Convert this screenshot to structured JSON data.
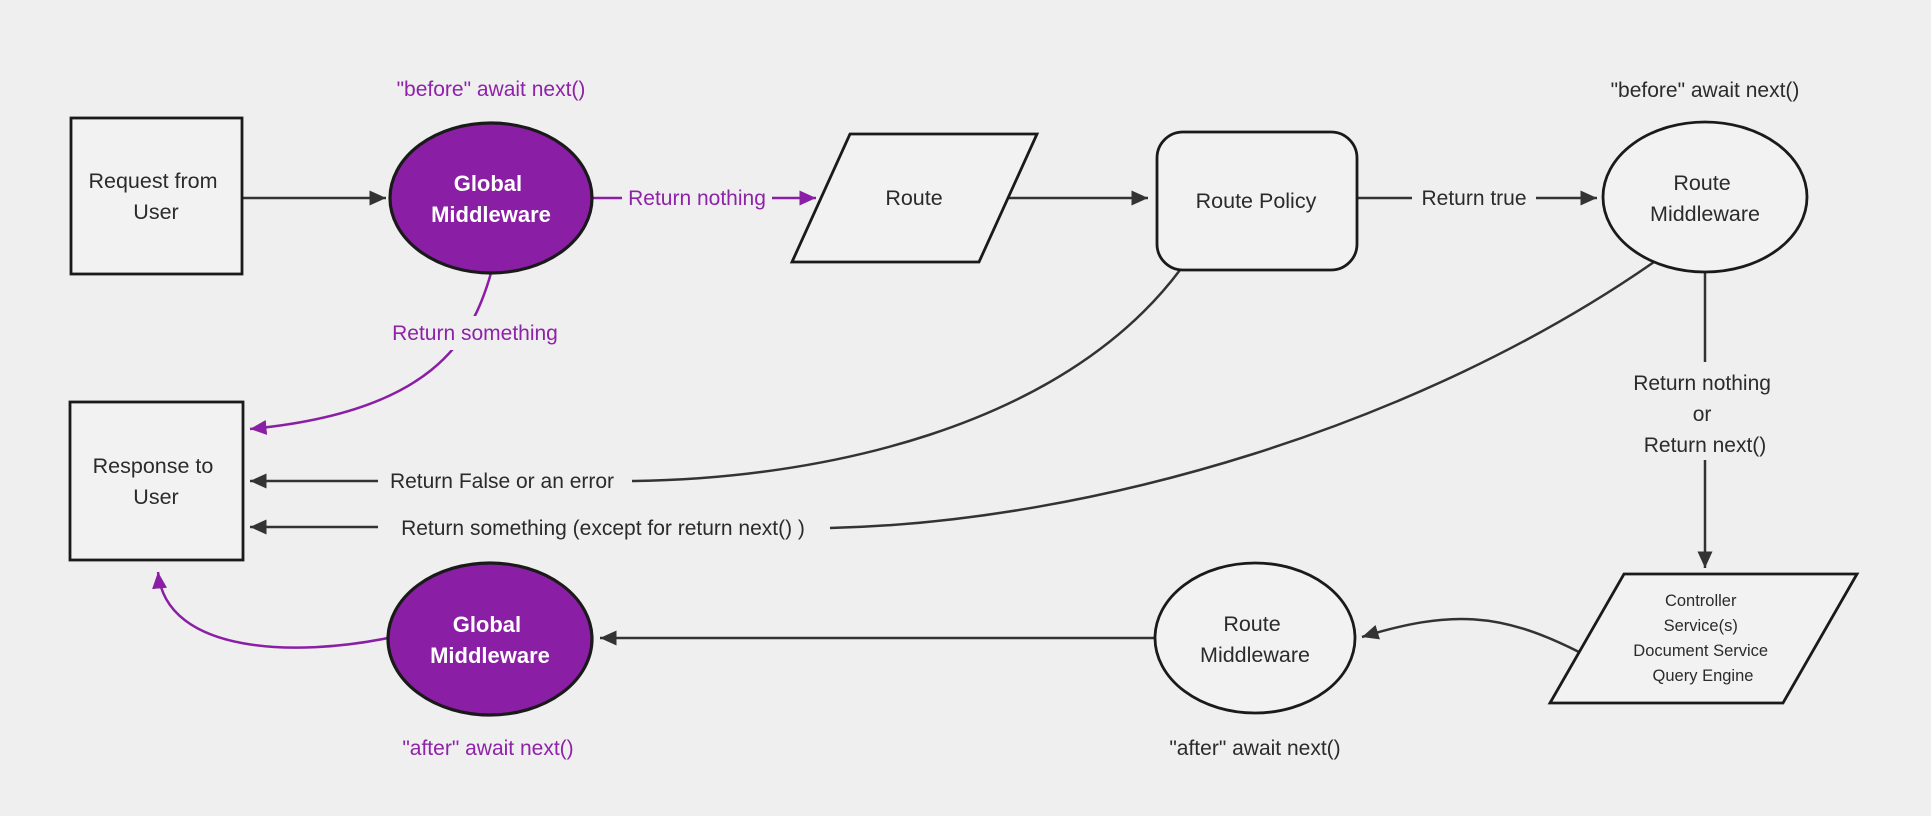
{
  "colors": {
    "background": "#efefef",
    "node_fill": "#f2f2f2",
    "node_border": "#1a1a1a",
    "purple": "#8a1fa5",
    "purple_text": "#8e22a8",
    "edge_line": "#333333",
    "text": "#2b2b2b"
  },
  "nodes": {
    "request": {
      "lines": [
        "Request from",
        "User"
      ]
    },
    "global_middleware_top": {
      "lines": [
        "Global",
        "Middleware"
      ]
    },
    "route": {
      "label": "Route"
    },
    "route_policy": {
      "label": "Route Policy"
    },
    "route_middleware_top": {
      "lines": [
        "Route",
        "Middleware"
      ]
    },
    "controller": {
      "lines": [
        "Controller",
        "Service(s)",
        "Document Service",
        "Query Engine"
      ]
    },
    "route_middleware_bottom": {
      "lines": [
        "Route",
        "Middleware"
      ]
    },
    "global_middleware_bottom": {
      "lines": [
        "Global",
        "Middleware"
      ]
    },
    "response": {
      "lines": [
        "Response to",
        "User"
      ]
    }
  },
  "edge_labels": {
    "before_await_next_top": "\"before\" await next()",
    "return_nothing": "Return nothing",
    "return_true": "Return true",
    "before_await_next_right": "\"before\" await next()",
    "return_nothing_or": {
      "lines": [
        "Return nothing",
        "or",
        "Return next()"
      ]
    },
    "return_something": "Return something",
    "return_false_or_error": "Return False or an error",
    "return_something_except": "Return something (except for return next() )",
    "after_await_next_right": "\"after\" await next()",
    "after_await_next_left": "\"after\" await next()"
  }
}
